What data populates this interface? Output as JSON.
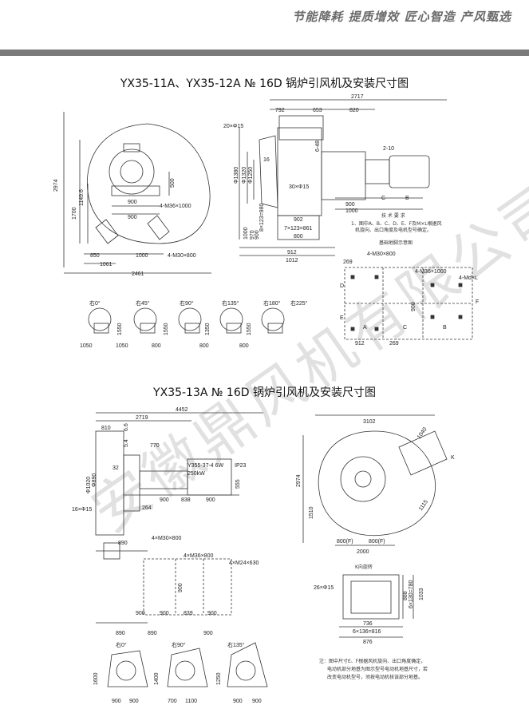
{
  "header": {
    "slogan": "节能降耗 提质增效 匠心智造 产风甄选"
  },
  "section1": {
    "title": "YX35-11A、YX35-12A № 16D 锅炉引风机及安装尺寸图",
    "front": {
      "h_total": "2974",
      "h_1700": "1700",
      "h_1149": "1149.6",
      "w_900a": "900",
      "w_900b": "900",
      "d_500": "500",
      "bolt_top": "4-M36×1000",
      "bolt_bot": "4-M30×800",
      "w_850": "850",
      "w_1000": "1000",
      "w_1061": "1061",
      "w_2461": "2461"
    },
    "side": {
      "w_2717": "2717",
      "w_792": "792",
      "w_653": "653",
      "w_820": "820",
      "holes": "20×Φ15",
      "d_1380": "Φ1380",
      "d_1320": "Φ1320",
      "d_1250": "Φ1250",
      "d_16": "16",
      "d_648": "6-48",
      "d_210": "2-10",
      "holes2": "30×Φ15",
      "d_123": "8×123=980",
      "d_1000": "1000",
      "d_970": "970",
      "d_900": "900",
      "d_902": "902",
      "d_7123": "7×123=861",
      "d_800": "800",
      "w_912": "912",
      "w_1012": "1012",
      "w_900b": "900",
      "w_1000b": "1000",
      "lbl_c": "C",
      "lbl_b": "B",
      "w_269": "269"
    },
    "tech": {
      "heading": "技 术 要 求",
      "line1": "1、图中A、B、C、D、E、F及M×L根据风",
      "line2": "机旋向、出口角度及电机型号确定。",
      "base_title": "基础地脚示意图"
    },
    "base": {
      "bolt1": "4-M30×800",
      "bolt2": "4-M36×1000",
      "bolt3": "4-Md×L",
      "lbl_a": "A",
      "lbl_b": "B",
      "lbl_c": "C",
      "lbl_d": "D",
      "lbl_e": "E",
      "lbl_f": "F",
      "w_900": "900",
      "w_912": "912",
      "w_269": "269"
    },
    "views": {
      "v1": "右0°",
      "v2": "右45°",
      "v3": "右90°",
      "v4": "右135°",
      "v5": "右180°",
      "v6": "右225°",
      "d1": "1050",
      "d2": "1050",
      "d3": "800",
      "d4": "800",
      "d5": "800",
      "d6": "1550",
      "d7": "1550",
      "d8": "1350",
      "d9": "1550"
    }
  },
  "section2": {
    "title": "YX35-13A № 16D 锅炉引风机及安装尺寸图",
    "side": {
      "w_4452": "4452",
      "w_2719": "2719",
      "w_810": "810",
      "w_770": "770",
      "d_54": "5.4",
      "d_66": "6.6",
      "d_32": "32",
      "d_1020": "Φ1020",
      "d_890": "Φ890",
      "motor1": "Y355-37-4 6W",
      "motor2": "250kW",
      "ip": "IP23",
      "d_555": "555",
      "d_264": "264",
      "holes": "16×Φ15",
      "w_900a": "900",
      "w_838": "838",
      "w_900b": "900",
      "w_890": "890",
      "bolt1": "4×M30×800"
    },
    "plan": {
      "bolt2": "4×M36×800",
      "bolt3": "4×M24×630",
      "w_900": "900",
      "w_900b": "900",
      "w_839": "839",
      "w_900c": "900",
      "w_890": "890",
      "w_890b": "890",
      "w_900d": "900",
      "d_900": "900"
    },
    "front": {
      "w_3102": "3102",
      "h_2974": "2974",
      "h_1510": "1510",
      "w_1040": "1040",
      "w_1115": "1115",
      "w_800f1": "800(F)",
      "w_800f2": "800(F)",
      "w_2000": "2000",
      "lbl_k": "K"
    },
    "kview": {
      "title": "K向旋转",
      "holes": "26×Φ15",
      "d_888": "888",
      "d_6130": "6×130=780",
      "d_1033": "1033",
      "w_736": "736",
      "w_6136": "6×136=816",
      "w_876": "876"
    },
    "views": {
      "v1": "右0°",
      "v2": "右90°",
      "v3": "右135°",
      "h1": "1600",
      "h2": "1400",
      "h3": "1250",
      "w1": "900",
      "w2": "900",
      "w3": "700",
      "w4": "1100",
      "w5": "900",
      "w6": "900"
    },
    "note": {
      "line1": "注：图中尺寸E、F根据风机旋向、出口角度确定，",
      "line2": "电动机部分地基为图示型号电动机地基尺寸，若",
      "line3": "改变电动机型号，须按电动机核该部分地基。"
    }
  },
  "watermark": "安徽鼎风机有限公司"
}
